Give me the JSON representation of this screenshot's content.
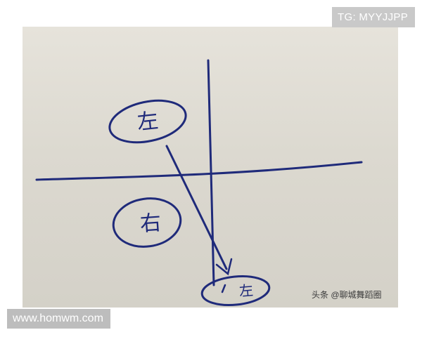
{
  "overlay": {
    "top_right_label": "TG: MYYJJPP",
    "bottom_left_url": "www.homwm.com",
    "source_credit": "头条 @聊城舞蹈圈"
  },
  "drawing": {
    "ink_color": "#1f2a7a",
    "paper_color": "#dedbd3",
    "circled_characters": [
      "左",
      "右",
      "左"
    ],
    "bottom_circle_extra_mark": "-"
  }
}
